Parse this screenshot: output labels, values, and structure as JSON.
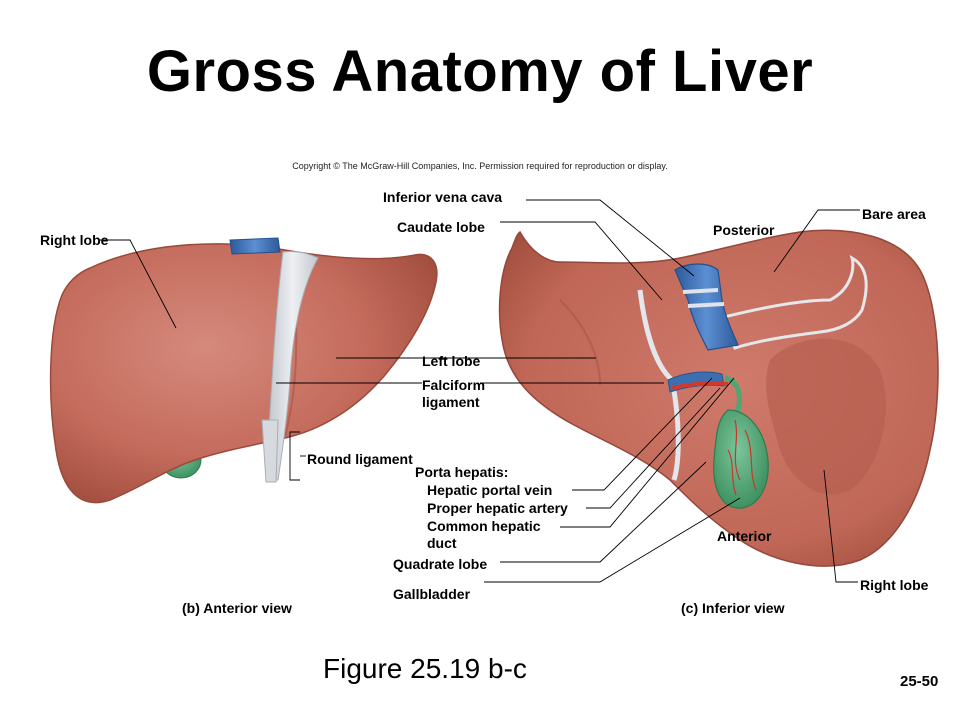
{
  "slide": {
    "title": "Gross Anatomy of Liver",
    "copyright": "Copyright © The McGraw-Hill Companies, Inc. Permission required for reproduction or display.",
    "figure_ref": "Figure 25.19 b-c",
    "slide_number": "25-50"
  },
  "anterior": {
    "caption": "(b) Anterior view",
    "labels": {
      "right_lobe": "Right lobe",
      "round_ligament": "Round ligament"
    }
  },
  "center": {
    "labels": {
      "inferior_vena_cava": "Inferior vena cava",
      "caudate_lobe": "Caudate lobe",
      "left_lobe": "Left lobe",
      "falciform_ligament": "Falciform ligament",
      "porta_hepatis": "Porta hepatis:",
      "hepatic_portal_vein": "Hepatic portal vein",
      "proper_hepatic_artery": "Proper hepatic artery",
      "common_hepatic_duct": "Common hepatic duct",
      "quadrate_lobe": "Quadrate lobe",
      "gallbladder": "Gallbladder"
    }
  },
  "inferior": {
    "caption": "(c) Inferior view",
    "labels": {
      "posterior": "Posterior",
      "bare_area": "Bare area",
      "anterior": "Anterior",
      "right_lobe": "Right lobe"
    }
  },
  "colors": {
    "liver": "#c46b5c",
    "liver_shade": "#a6513f",
    "liver_highlight": "#d88a7b",
    "ligament": "#d9dde3",
    "vena_cava": "#3b6fb5",
    "portal_vein": "#3d6fb0",
    "artery": "#d0392b",
    "gallbladder": "#4fa574",
    "leader": "#000000"
  }
}
